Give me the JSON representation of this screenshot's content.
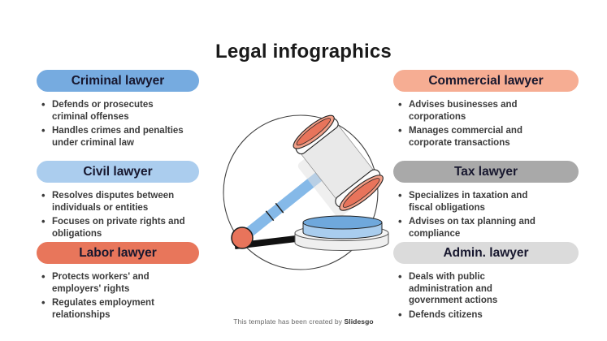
{
  "title": "Legal infographics",
  "cards": {
    "left": [
      {
        "label": "Criminal lawyer",
        "color": "#76ABE0",
        "bullets": [
          "Defends or prosecutes\ncriminal offenses",
          "Handles crimes and penalties\nunder criminal law"
        ]
      },
      {
        "label": "Civil lawyer",
        "color": "#ABCDEE",
        "bullets": [
          "Resolves disputes between\nindividuals or entities",
          "Focuses on private rights and\nobligations"
        ]
      },
      {
        "label": "Labor lawyer",
        "color": "#E8765B",
        "bullets": [
          "Protects workers' and\nemployers' rights",
          "Regulates employment\nrelationships"
        ]
      }
    ],
    "right": [
      {
        "label": "Commercial lawyer",
        "color": "#F6AD93",
        "bullets": [
          "Advises businesses and\ncorporations",
          "Manages commercial and\ncorporate transactions"
        ]
      },
      {
        "label": "Tax lawyer",
        "color": "#A9A9A9",
        "bullets": [
          "Specializes in taxation and\nfiscal obligations",
          "Advises on tax planning and\ncompliance"
        ]
      },
      {
        "label": "Admin. lawyer",
        "color": "#DBDBDB",
        "bullets": [
          "Deals with public\nadministration and\ngovernment actions",
          "Defends citizens"
        ]
      }
    ]
  },
  "illustration": {
    "name": "gavel-in-circle",
    "handle_color": "#85B9E8",
    "accent_color": "#E8745B",
    "rim_color": "#F2A089",
    "head_color": "#E9E9E9",
    "block_top_color": "#6FA8DC",
    "block_side_color": "#A9CDEE",
    "base_color": "#EFEFEF"
  },
  "footer": {
    "text": "This template has been created by",
    "brand": "Slidesgo"
  }
}
